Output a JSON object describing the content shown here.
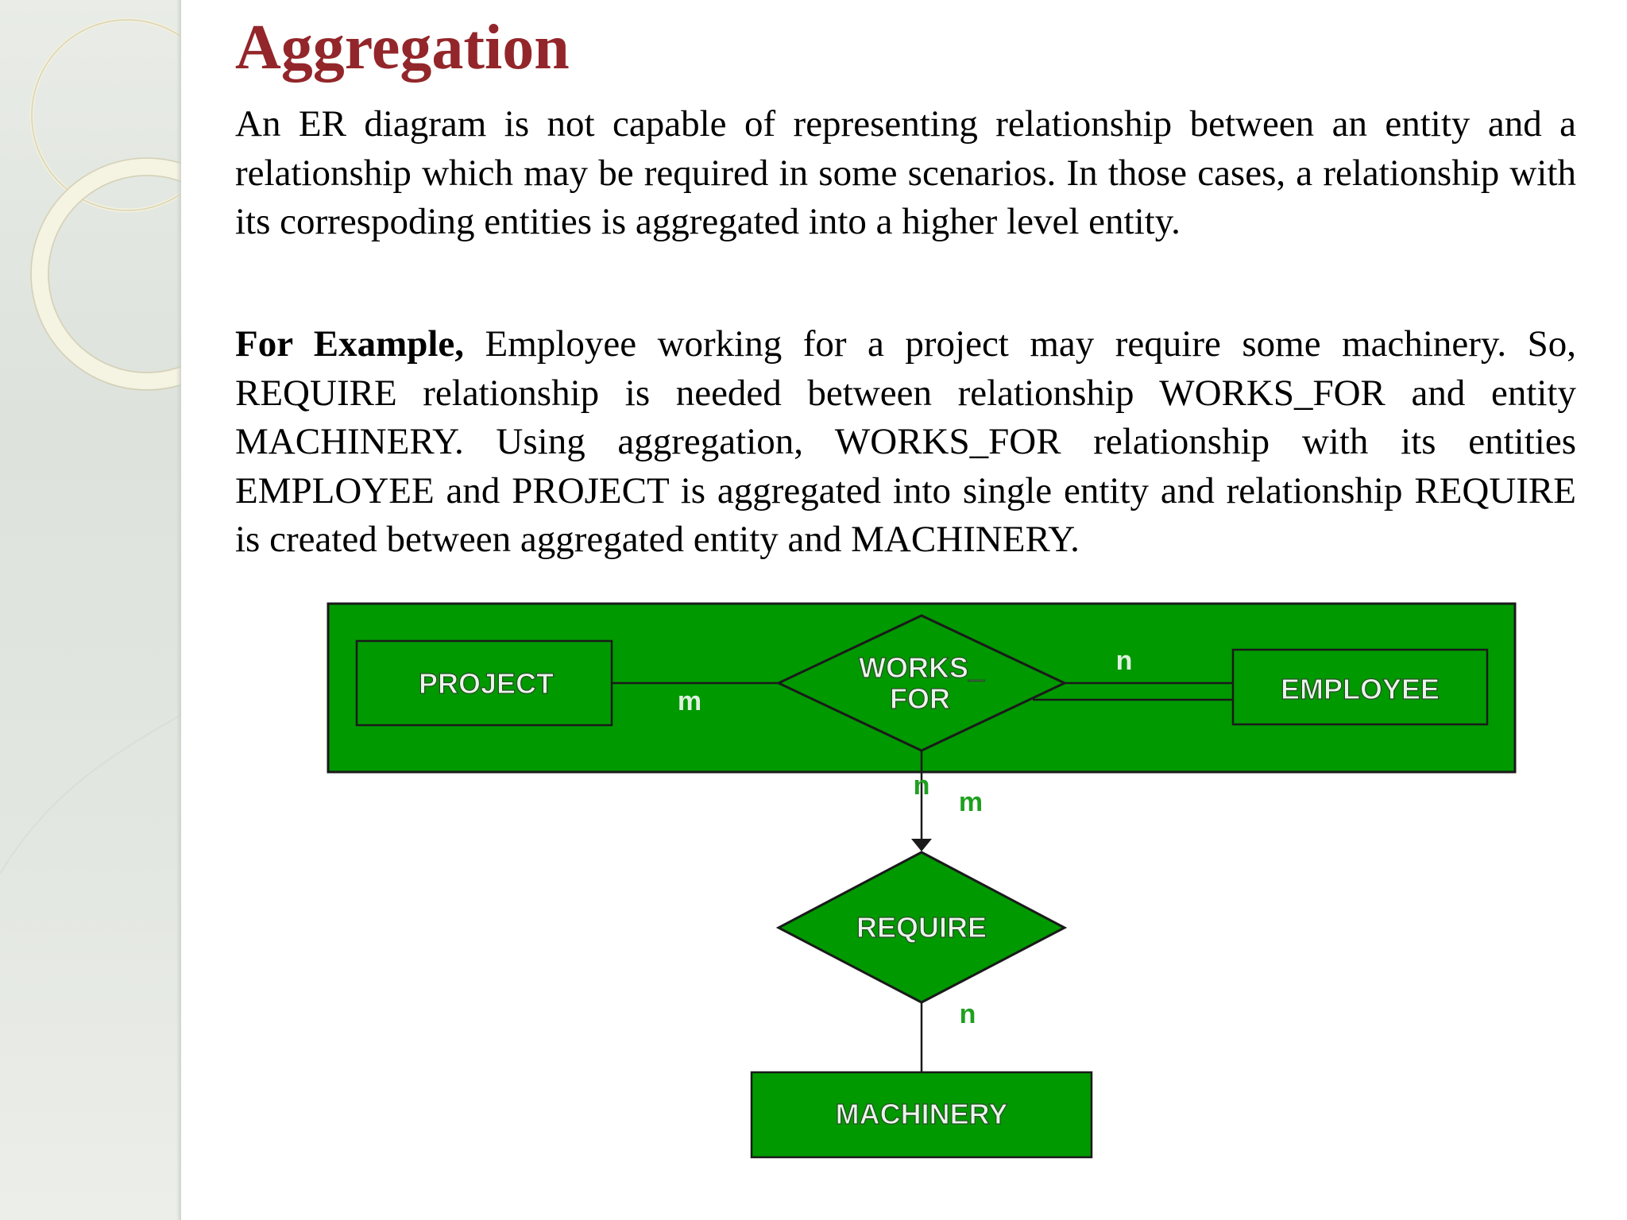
{
  "slide": {
    "title": "Aggregation",
    "paragraph1": "An ER diagram is not capable of representing relationship between an entity and a relationship which may be required in some scenarios. In those cases, a relationship with its correspoding entities is aggregated into a higher level entity.",
    "example_lead": "For Example,",
    "paragraph2": " Employee working for a project may require some machinery. So, REQUIRE relationship is needed between relationship WORKS_FOR and entity MACHINERY. Using aggregation, WORKS_FOR relationship with its entities EMPLOYEE and PROJECT is aggregated into single entity and relationship REQUIRE is created between aggregated entity and MACHINERY."
  },
  "diagram": {
    "entities": {
      "project": "PROJECT",
      "employee": "EMPLOYEE",
      "machinery": "MACHINERY"
    },
    "relationships": {
      "works_for_line1": "WORKS_",
      "works_for_line2": "FOR",
      "require": "REQUIRE"
    },
    "cardinalities": {
      "project_side": "m",
      "employee_side": "n",
      "aggregate_to_require_top": "n",
      "aggregate_to_require_bottom": "m",
      "require_to_machinery": "n"
    },
    "colors": {
      "fill": "#009900",
      "stroke": "#1a1a1a",
      "label_text": "#e8f5e8",
      "cardinality_on_green": "#dff0df",
      "cardinality_on_white": "#1fa01f"
    }
  },
  "theme": {
    "title_color": "#93262a",
    "sidebar_color": "#e3e7e1"
  }
}
